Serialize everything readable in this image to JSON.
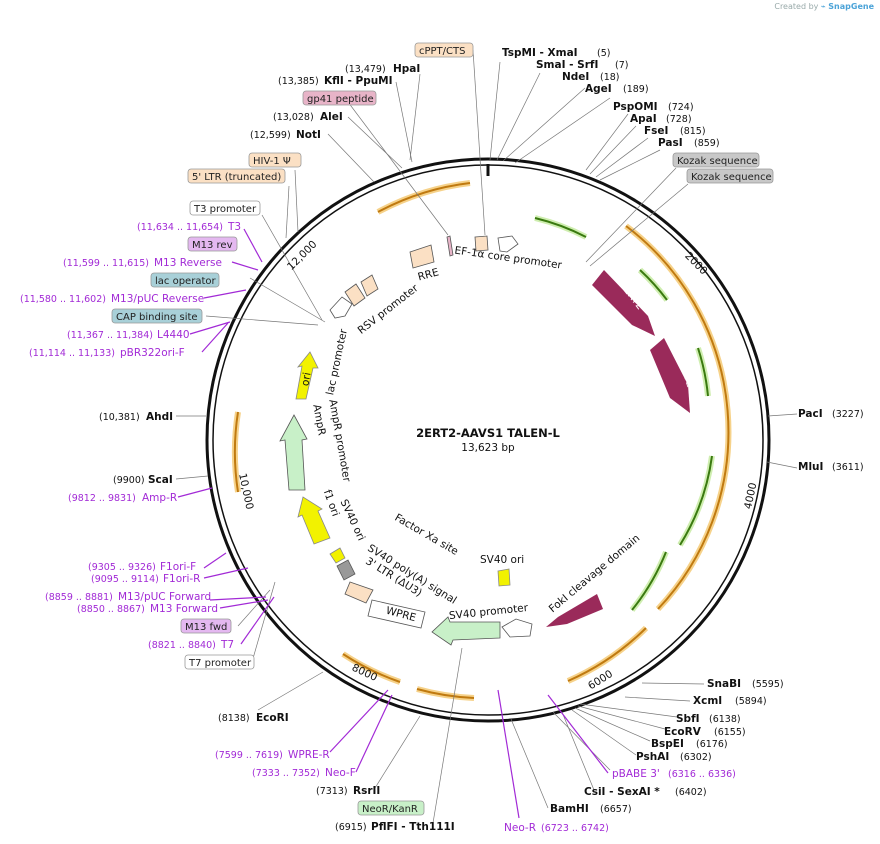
{
  "credit": {
    "prefix": "Created by",
    "brand": "SnapGene"
  },
  "plasmid": {
    "name": "2ERT2-AAVS1 TALEN-L",
    "size": "13,623 bp"
  },
  "ticks": [
    "2000",
    "4000",
    "6000",
    "8000",
    "10,000",
    "12,000"
  ],
  "sites_right": [
    {
      "name": "TspMI  - XmaI",
      "pos": "(5)"
    },
    {
      "name": "SmaI  - SrfI",
      "pos": "(7)"
    },
    {
      "name": "NdeI",
      "pos": "(18)"
    },
    {
      "name": "AgeI",
      "pos": "(189)"
    },
    {
      "name": "PspOMI",
      "pos": "(724)"
    },
    {
      "name": "ApaI",
      "pos": "(728)"
    },
    {
      "name": "FseI",
      "pos": "(815)"
    },
    {
      "name": "PasI",
      "pos": "(859)"
    },
    {
      "name": "PacI",
      "pos": "(3227)"
    },
    {
      "name": "MluI",
      "pos": "(3611)"
    },
    {
      "name": "SnaBI",
      "pos": "(5595)"
    },
    {
      "name": "XcmI",
      "pos": "(5894)"
    },
    {
      "name": "SbfI",
      "pos": "(6138)"
    },
    {
      "name": "EcoRV",
      "pos": "(6155)"
    },
    {
      "name": "BspEI",
      "pos": "(6176)"
    },
    {
      "name": "PshAI",
      "pos": "(6302)"
    },
    {
      "name": "CsiI  - SexAI *",
      "pos": "(6402)"
    },
    {
      "name": "BamHI",
      "pos": "(6657)"
    }
  ],
  "sites_left": [
    {
      "name": "HpaI",
      "pos": "(13,479)"
    },
    {
      "name": "KflI  - PpuMI",
      "pos": "(13,385)"
    },
    {
      "name": "AleI",
      "pos": "(13,028)"
    },
    {
      "name": "NotI",
      "pos": "(12,599)"
    },
    {
      "name": "AhdI",
      "pos": "(10,381)"
    },
    {
      "name": "ScaI",
      "pos": "(9900)"
    },
    {
      "name": "EcoRI",
      "pos": "(8138)"
    },
    {
      "name": "RsrII",
      "pos": "(7313)"
    },
    {
      "name": "PflFI  - Tth111I",
      "pos": "(6915)"
    }
  ],
  "primers": [
    {
      "name": "T3",
      "pos": "(11,634 .. 11,654)"
    },
    {
      "name": "M13 Reverse",
      "pos": "(11,599 .. 11,615)"
    },
    {
      "name": "M13/pUC Reverse",
      "pos": "(11,580 .. 11,602)"
    },
    {
      "name": "L4440",
      "pos": "(11,367 .. 11,384)"
    },
    {
      "name": "pBR322ori-F",
      "pos": "(11,114 .. 11,133)"
    },
    {
      "name": "Amp-R",
      "pos": "(9812 .. 9831)"
    },
    {
      "name": "F1ori-F",
      "pos": "(9305 .. 9326)"
    },
    {
      "name": "F1ori-R",
      "pos": "(9095 .. 9114)"
    },
    {
      "name": "M13/pUC Forward",
      "pos": "(8859 .. 8881)"
    },
    {
      "name": "M13 Forward",
      "pos": "(8850 .. 8867)"
    },
    {
      "name": "T7",
      "pos": "(8821 .. 8840)"
    },
    {
      "name": "WPRE-R",
      "pos": "(7599 .. 7619)"
    },
    {
      "name": "Neo-F",
      "pos": "(7333 .. 7352)"
    },
    {
      "name": "Neo-R",
      "pos": "(6723 .. 6742)"
    },
    {
      "name": "pBABE 3'",
      "pos": "(6316 .. 6336)"
    }
  ],
  "boxes": [
    {
      "text": "cPPT/CTS",
      "color": "#fbe0c4"
    },
    {
      "text": "gp41 peptide",
      "color": "#e8b4c8"
    },
    {
      "text": "HIV-1 Ψ",
      "color": "#fbe0c4"
    },
    {
      "text": "5' LTR (truncated)",
      "color": "#fbe0c4"
    },
    {
      "text": "T3 promoter",
      "color": "#ffffff"
    },
    {
      "text": "M13 rev",
      "color": "#e4b8f0"
    },
    {
      "text": "lac operator",
      "color": "#a8d0d8"
    },
    {
      "text": "CAP binding site",
      "color": "#a8d0d8"
    },
    {
      "text": "Kozak sequence",
      "color": "#c8c8c8"
    },
    {
      "text": "Kozak sequence",
      "color": "#c8c8c8"
    },
    {
      "text": "M13 fwd",
      "color": "#e4b8f0"
    },
    {
      "text": "T7 promoter",
      "color": "#ffffff"
    },
    {
      "text": "NeoR/KanR",
      "color": "#c8f0c8"
    }
  ],
  "inner_features": [
    "EF-1α core promoter",
    "RRE",
    "RSV promoter",
    "lac promoter",
    "ori",
    "AmpR promoter",
    "AmpR",
    "f1 ori",
    "SV40 ori",
    "Factor Xa site",
    "SV40 poly(A) signal",
    "3' LTR (ΔU3)",
    "WPRE",
    "SV40 ori",
    "SV40 promoter",
    "FokI cleavage domain",
    "ERT2",
    "ERT2"
  ],
  "colors": {
    "backbone": "#111111",
    "orange_feature": "#e0a040",
    "green_feature": "#66bb33",
    "ert2": "#9a2a5a",
    "ori": "#f2f200",
    "primer": "#a22ad6"
  }
}
